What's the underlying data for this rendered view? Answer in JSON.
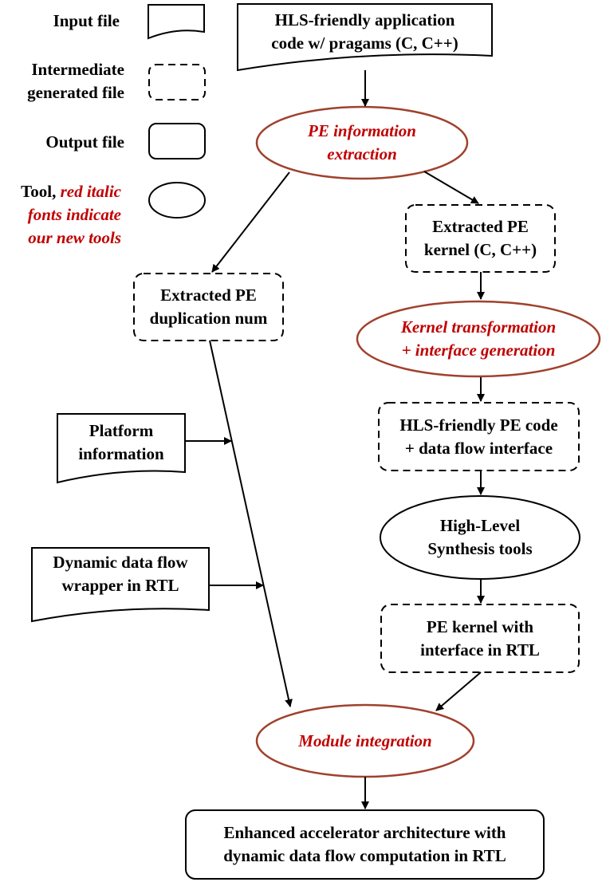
{
  "legend": {
    "input_file": "Input file",
    "intermediate_line1": "Intermediate",
    "intermediate_line2": "generated file",
    "output_file": "Output file",
    "tool_prefix": "Tool,",
    "tool_red_line1": "red italic",
    "tool_red_line2": "fonts indicate",
    "tool_red_line3": "our new tools"
  },
  "nodes": {
    "app_code": [
      "HLS-friendly application",
      "code w/ pragams (C, C++)"
    ],
    "pe_extraction": [
      "PE information",
      "extraction"
    ],
    "extracted_kernel": [
      "Extracted PE",
      "kernel (C, C++)"
    ],
    "extracted_dup": [
      "Extracted PE",
      "duplication num"
    ],
    "kernel_transform": [
      "Kernel transformation",
      "+ interface generation"
    ],
    "platform_info": [
      "Platform",
      "information"
    ],
    "hls_pe_code": [
      "HLS-friendly PE code",
      "+ data flow interface"
    ],
    "hls_tools": [
      "High-Level",
      "Synthesis tools"
    ],
    "dyn_wrapper": [
      "Dynamic data flow",
      "wrapper in RTL"
    ],
    "pe_kernel_rtl": [
      "PE kernel with",
      "interface in RTL"
    ],
    "module_integration": [
      "Module integration"
    ],
    "enhanced_arch": [
      "Enhanced accelerator architecture with",
      "dynamic data flow computation in RTL"
    ]
  },
  "colors": {
    "tool_outline": "#a0412d",
    "tool_text": "#c00000",
    "stroke": "#000000"
  }
}
